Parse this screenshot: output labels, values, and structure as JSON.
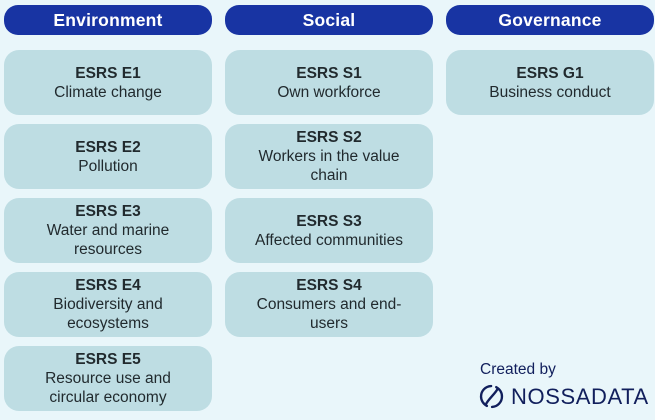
{
  "columns": [
    {
      "header": "Environment",
      "cards": [
        {
          "code": "ESRS E1",
          "topic": "Climate change"
        },
        {
          "code": "ESRS E2",
          "topic": "Pollution"
        },
        {
          "code": "ESRS E3",
          "topic": "Water and marine\nresources"
        },
        {
          "code": "ESRS E4",
          "topic": "Biodiversity and\necosystems"
        },
        {
          "code": "ESRS E5",
          "topic": "Resource use and\ncircular economy"
        }
      ]
    },
    {
      "header": "Social",
      "cards": [
        {
          "code": "ESRS S1",
          "topic": "Own workforce"
        },
        {
          "code": "ESRS S2",
          "topic": "Workers in the value\nchain"
        },
        {
          "code": "ESRS S3",
          "topic": "Affected communities"
        },
        {
          "code": "ESRS S4",
          "topic": "Consumers and end-\nusers"
        }
      ]
    },
    {
      "header": "Governance",
      "cards": [
        {
          "code": "ESRS G1",
          "topic": "Business conduct"
        }
      ]
    }
  ],
  "credit": {
    "created_by": "Created by",
    "brand": "NOSSADATA",
    "logo_icon": "nossadata-circle-mark"
  },
  "colors": {
    "background": "#e9f6fa",
    "header_pill_blue": "#1834a3",
    "card_teal": "#bedde3",
    "card_text": "#212a2e",
    "brand_navy": "#111f5c"
  }
}
